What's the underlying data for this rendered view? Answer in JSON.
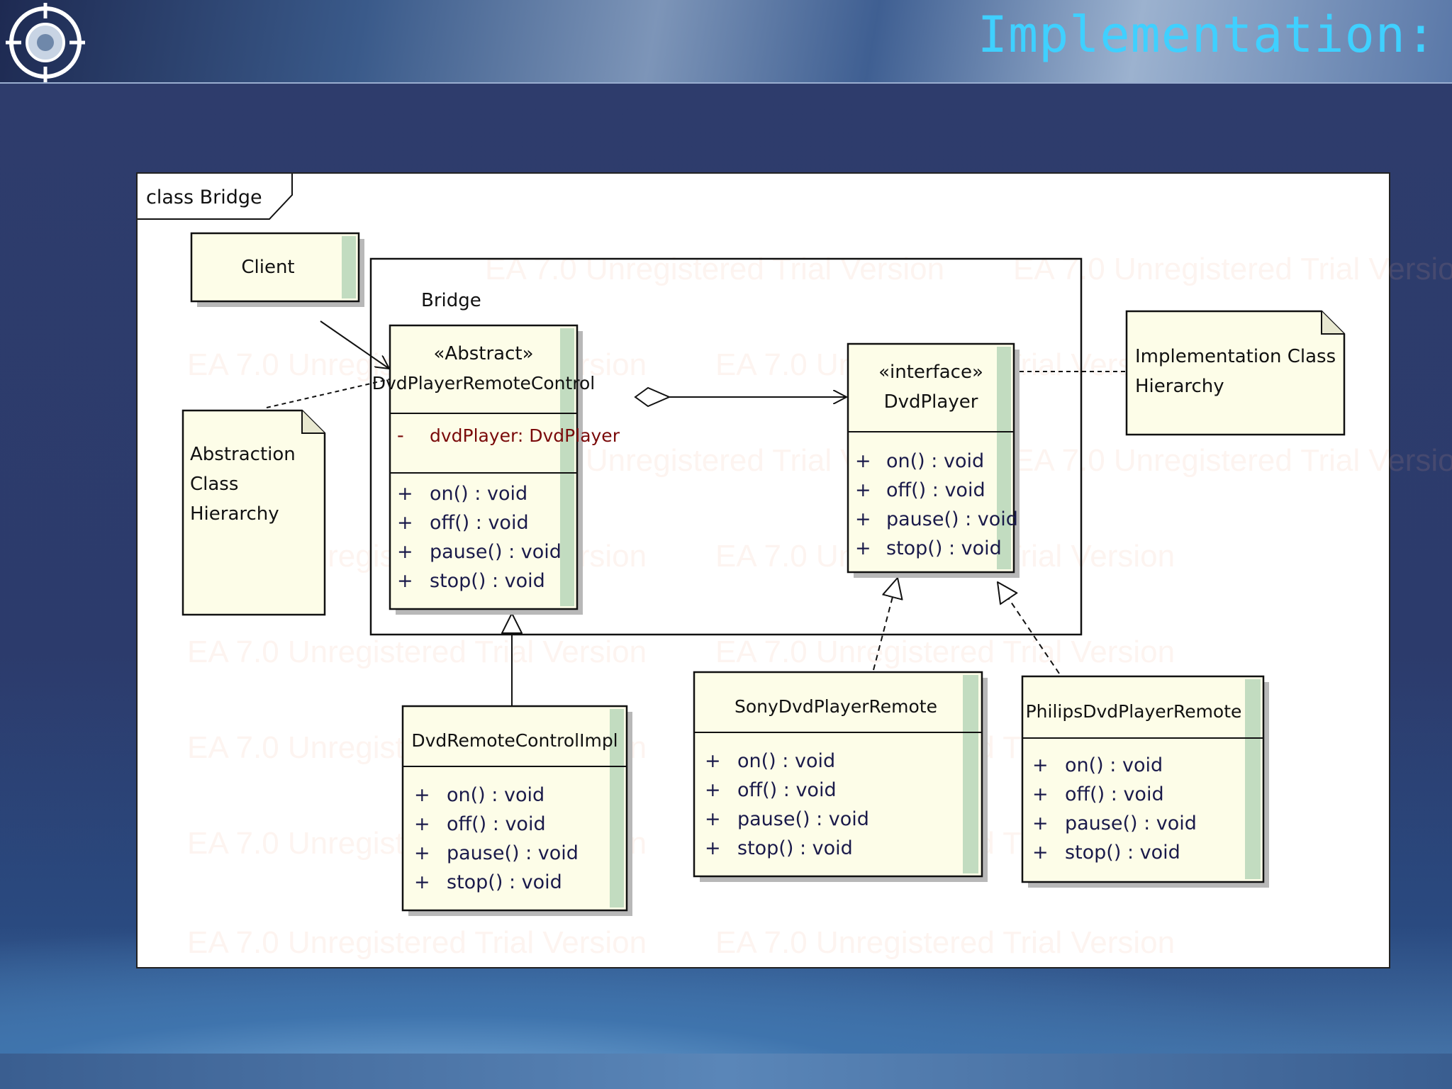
{
  "slide": {
    "title": "Implementation:"
  },
  "frame": {
    "label": "class Bridge"
  },
  "package": {
    "label": "Bridge"
  },
  "watermark": "EA 7.0 Unregistered Trial Version",
  "classes": {
    "client": {
      "name": "Client"
    },
    "abstraction": {
      "stereotype": "«Abstract»",
      "name": "DvdPlayerRemoteControl",
      "attribute_vis": "-",
      "attribute": "dvdPlayer:  DvdPlayer",
      "methods": [
        "on() : void",
        "off() : void",
        "pause() : void",
        "stop() : void"
      ]
    },
    "implementor": {
      "stereotype": "«interface»",
      "name": "DvdPlayer",
      "methods": [
        "on() : void",
        "off() : void",
        "pause() : void",
        "stop() : void"
      ]
    },
    "refined": {
      "name": "DvdRemoteControlImpl",
      "methods": [
        "on() : void",
        "off() : void",
        "pause() : void",
        "stop() : void"
      ]
    },
    "sony": {
      "name": "SonyDvdPlayerRemote",
      "methods": [
        "on() : void",
        "off() : void",
        "pause() : void",
        "stop() : void"
      ]
    },
    "philips": {
      "name": "PhilipsDvdPlayerRemote",
      "methods": [
        "on() : void",
        "off() : void",
        "pause() : void",
        "stop() : void"
      ]
    }
  },
  "notes": {
    "abstraction": [
      "Abstraction",
      "Class",
      "Hierarchy"
    ],
    "implementation": [
      "Implementation Class",
      "Hierarchy"
    ]
  },
  "public_marker": "+"
}
